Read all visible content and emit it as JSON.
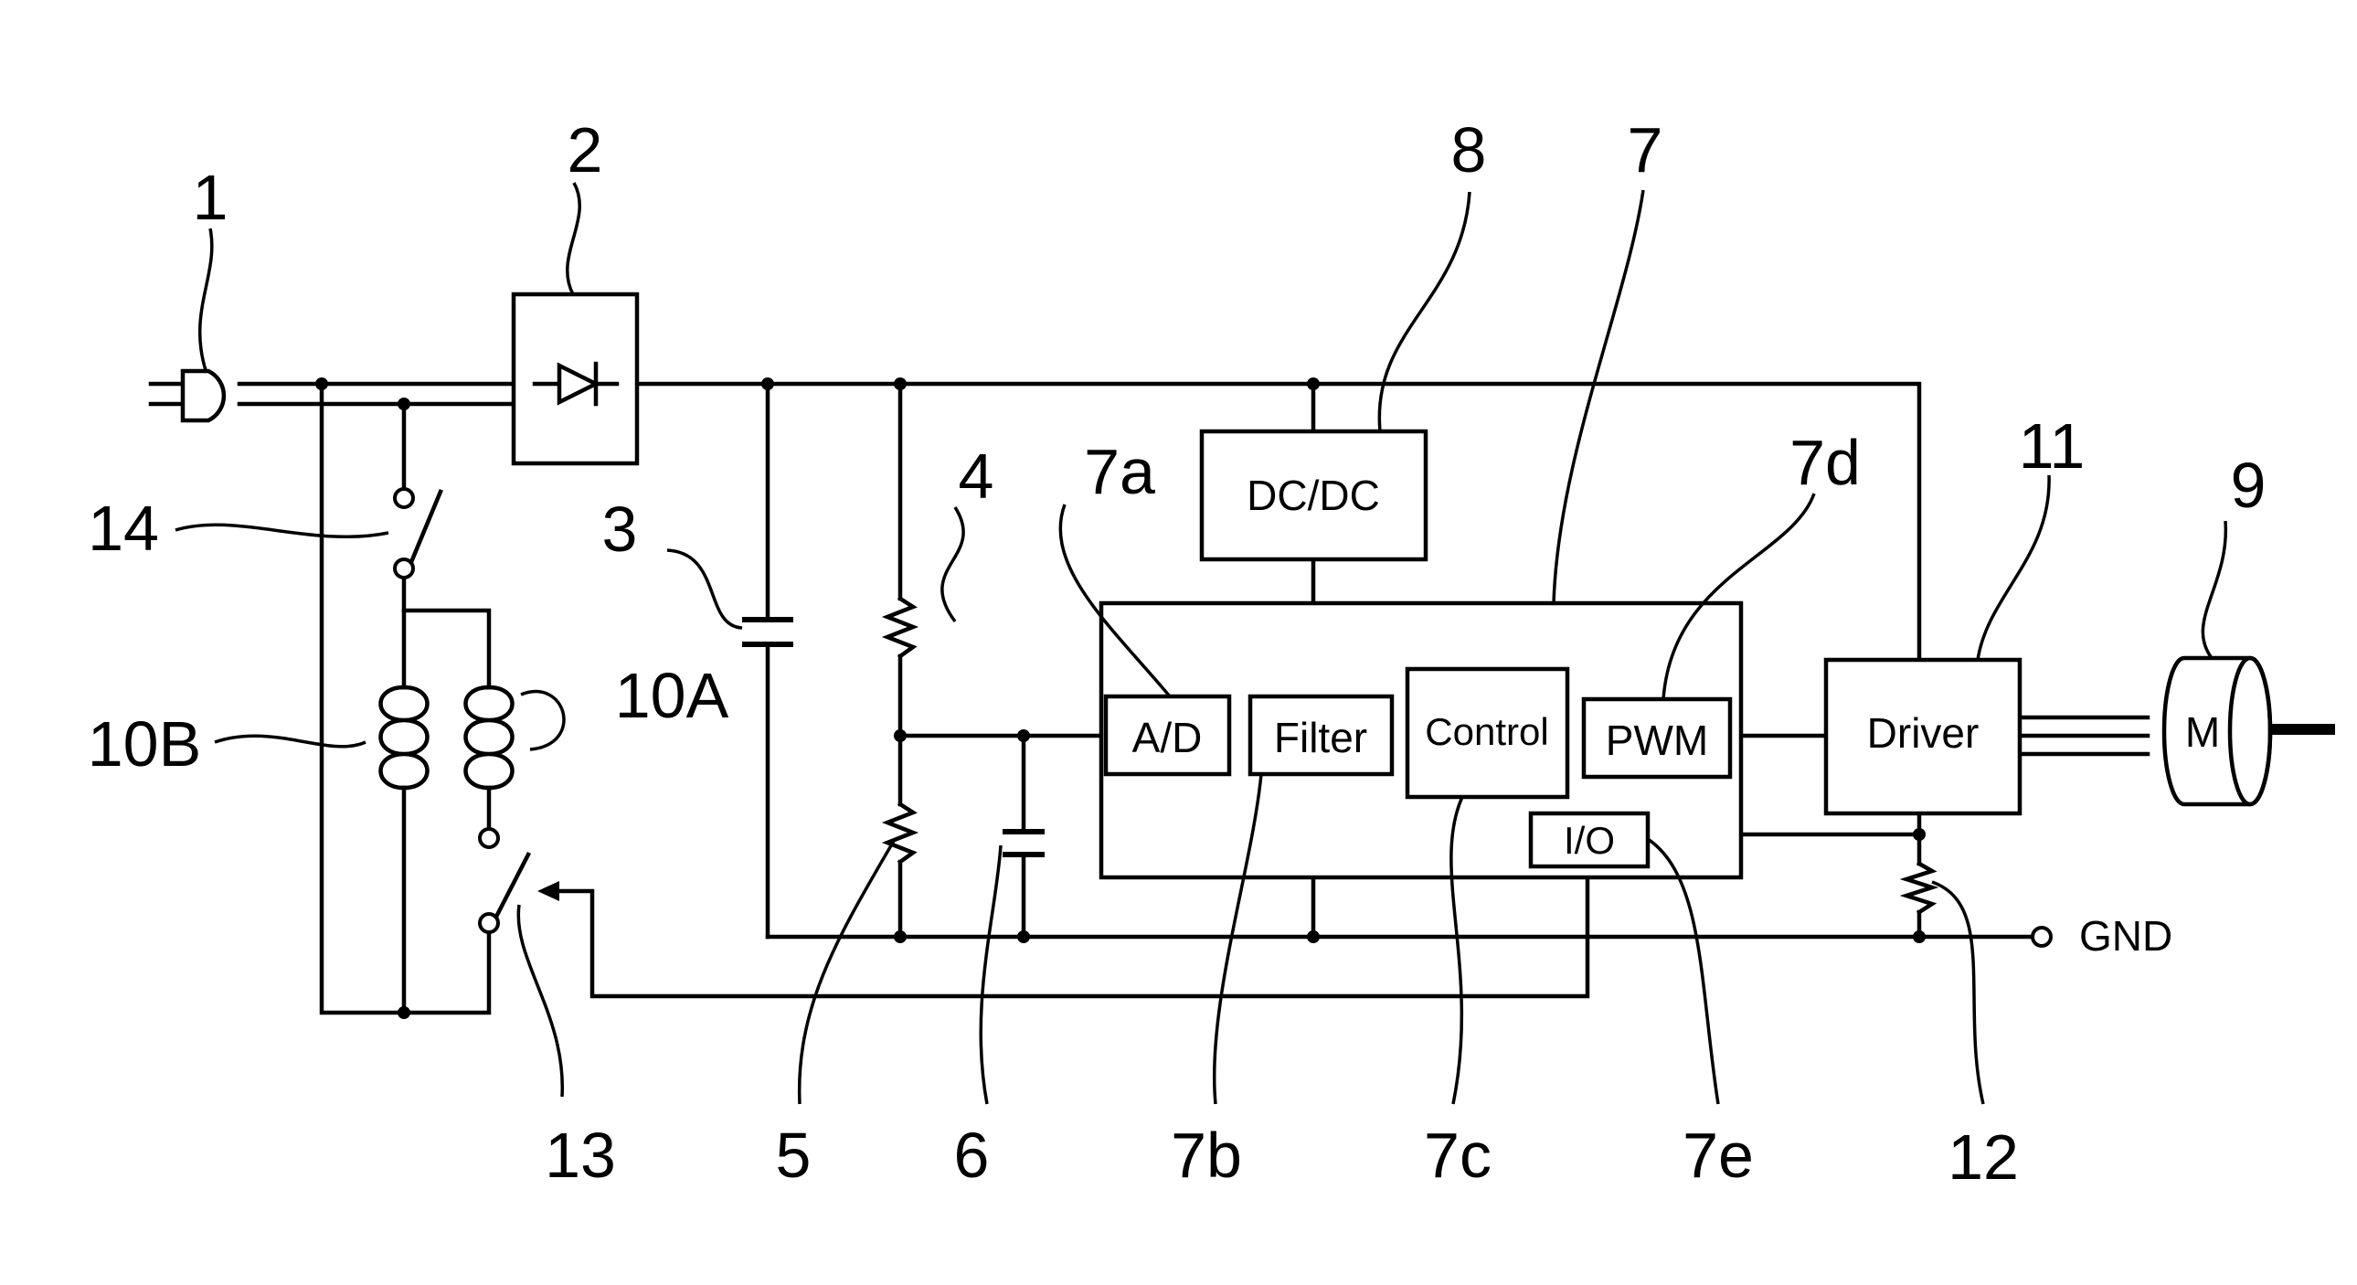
{
  "reference_numerals": {
    "plug": "1",
    "rectifier": "2",
    "capacitor_main": "3",
    "resistor_upper": "4",
    "resistor_lower": "5",
    "capacitor_filter": "6",
    "controller": "7",
    "ad_converter": "7a",
    "filter": "7b",
    "control": "7c",
    "pwm": "7d",
    "io": "7e",
    "dcdc": "8",
    "motor": "9",
    "coil_a": "10A",
    "coil_b": "10B",
    "driver": "11",
    "shunt": "12",
    "relay_switch": "13",
    "power_switch": "14"
  },
  "blocks": {
    "dcdc": "DC/DC",
    "ad": "A/D",
    "filter": "Filter",
    "control": "Control",
    "pwm": "PWM",
    "io": "I/O",
    "driver": "Driver",
    "motor": "M"
  },
  "terminals": {
    "ground": "GND"
  }
}
